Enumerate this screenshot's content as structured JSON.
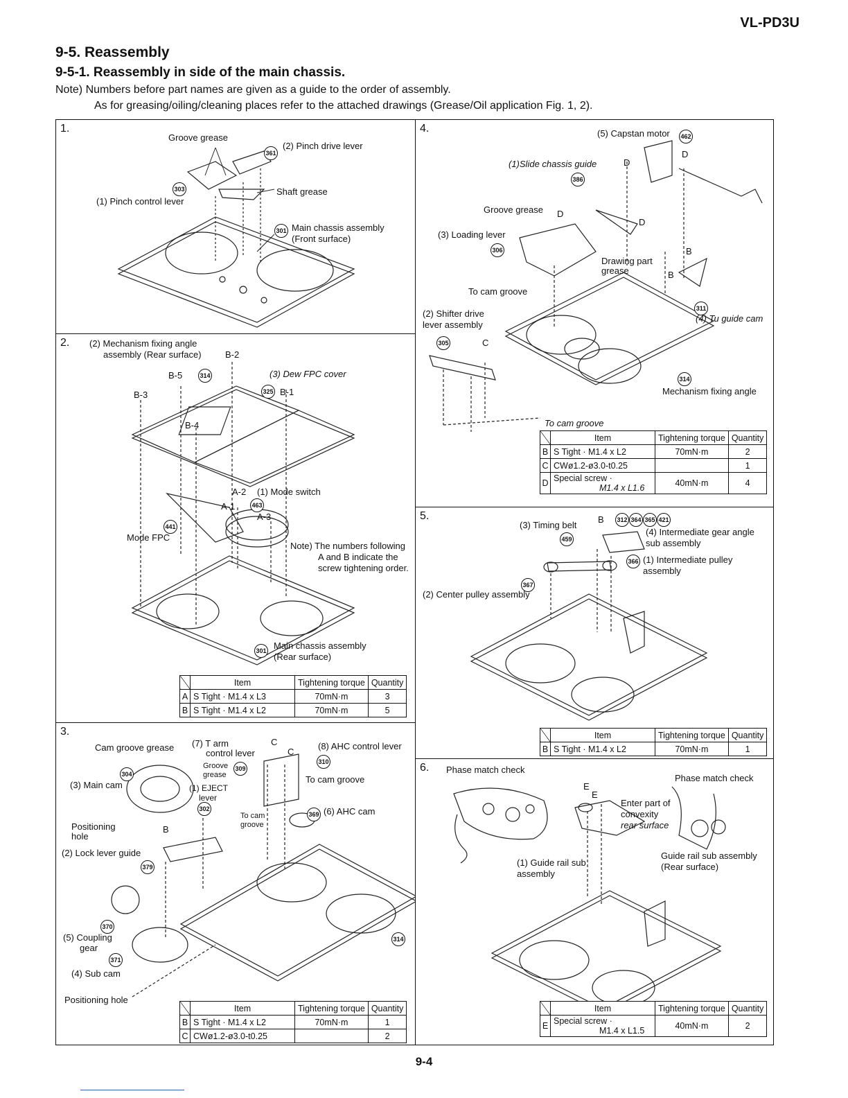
{
  "header": {
    "model": "VL-PD3U",
    "section_title": "9-5. Reassembly",
    "subsection_title": "9-5-1. Reassembly in side of the main chassis.",
    "note_line1": "Note)  Numbers before part names are given as a guide to the order of assembly.",
    "note_line2": "As for greasing/oiling/cleaning places refer to the attached drawings (Grease/Oil application Fig. 1, 2)."
  },
  "table_headers": {
    "item": "Item",
    "torque": "Tightening torque",
    "quantity": "Quantity"
  },
  "panel1": {
    "num": "1.",
    "labels": {
      "groove_grease": "Groove grease",
      "pinch_drive": "(2) Pinch drive lever",
      "shaft_grease": "Shaft grease",
      "pinch_control": "(1) Pinch control lever",
      "main_chassis": "Main chassis assembly",
      "front_surface": "(Front surface)"
    },
    "parts": [
      "361",
      "303",
      "301"
    ]
  },
  "panel2": {
    "num": "2.",
    "labels": {
      "mech_angle1": "(2) Mechanism fixing angle",
      "mech_angle2": "assembly (Rear surface)",
      "b2": "B-2",
      "b5": "B-5",
      "b3": "B-3",
      "b1": "B-1",
      "b4": "B-4",
      "dew_fpc": "(3) Dew FPC cover",
      "a2": "A-2",
      "mode_switch": "(1) Mode switch",
      "a1": "A-1",
      "a3": "A-3",
      "mode_fpc": "Mode FPC",
      "note1": "Note) The numbers following",
      "note2": "A and B indicate the",
      "note3": "screw tightening order.",
      "main_chassis": "Main chassis assembly",
      "rear_surface": "(Rear surface)"
    },
    "parts": [
      "314",
      "325",
      "463",
      "441",
      "301"
    ],
    "rows": [
      {
        "key": "A",
        "item": "S Tight · M1.4 x L3",
        "torque": "70mN·m",
        "qty": "3"
      },
      {
        "key": "B",
        "item": "S Tight · M1.4 x L2",
        "torque": "70mN·m",
        "qty": "5"
      }
    ]
  },
  "panel3": {
    "num": "3.",
    "labels": {
      "cam_groove_grease": "Cam groove grease",
      "t_arm1": "(7) T arm",
      "t_arm2": "control lever",
      "c1": "C",
      "c2": "C",
      "ahc_lever": "(8) AHC control lever",
      "groove_grease1": "Groove",
      "groove_grease2": "grease",
      "main_cam": "(3) Main cam",
      "eject1": "(1) EJECT",
      "eject2": "lever",
      "to_cam_groove": "To cam groove",
      "to_cam_groove_small1": "To cam",
      "to_cam_groove_small2": "groove",
      "ahc_cam": "(6) AHC cam",
      "pos_hole1": "Positioning",
      "pos_hole2": "hole",
      "b": "B",
      "lock_lever": "(2) Lock lever guide",
      "coupling1": "(5) Coupling",
      "coupling2": "gear",
      "sub_cam": "(4) Sub cam",
      "pos_hole_bottom": "Positioning hole"
    },
    "parts": [
      "304",
      "309",
      "310",
      "302",
      "369",
      "379",
      "370",
      "371",
      "314"
    ],
    "rows": [
      {
        "key": "B",
        "item": "S Tight · M1.4 x L2",
        "torque": "70mN·m",
        "qty": "1"
      },
      {
        "key": "C",
        "item": "CWø1.2-ø3.0-t0.25",
        "torque": "",
        "qty": "2"
      }
    ]
  },
  "panel4": {
    "num": "4.",
    "labels": {
      "capstan": "(5) Capstan motor",
      "slide_guide": "(1)Slide chassis guide",
      "d1": "D",
      "d2": "D",
      "d3": "D",
      "d4": "D",
      "groove_grease": "Groove grease",
      "loading_lever": "(3) Loading lever",
      "drawing1": "Drawing part",
      "drawing2": "grease",
      "b1": "B",
      "b2": "B",
      "to_cam_groove1": "To cam groove",
      "shifter1": "(2) Shifter drive",
      "shifter2": "lever assembly",
      "tu_guide": "(4) Tu guide cam",
      "c": "C",
      "mech_angle": "Mechanism fixing angle",
      "to_cam_groove2": "To cam groove"
    },
    "parts": [
      "462",
      "386",
      "306",
      "311",
      "305",
      "314"
    ],
    "rows": [
      {
        "key": "B",
        "item": "S Tight · M1.4 x L2",
        "torque": "70mN·m",
        "qty": "2"
      },
      {
        "key": "C",
        "item": "CWø1.2-ø3.0-t0.25",
        "torque": "",
        "qty": "1"
      },
      {
        "key": "D",
        "item": "Special screw ·",
        "item2": "M1.4 x L1.6",
        "torque": "40mN·m",
        "qty": "4"
      }
    ]
  },
  "panel5": {
    "num": "5.",
    "labels": {
      "timing_belt": "(3) Timing belt",
      "b": "B",
      "inter_gear1": "(4) Intermediate gear angle",
      "inter_gear2": "sub assembly",
      "inter_pulley1": "(1) Intermediate pulley",
      "inter_pulley2": "assembly",
      "center_pulley": "(2) Center pulley assembly"
    },
    "parts": [
      "312",
      "364",
      "365",
      "421",
      "459",
      "366",
      "367"
    ],
    "rows": [
      {
        "key": "B",
        "item": "S Tight · M1.4 x L2",
        "torque": "70mN·m",
        "qty": "1"
      }
    ]
  },
  "panel6": {
    "num": "6.",
    "labels": {
      "phase1": "Phase match check",
      "phase2": "Phase match check",
      "e1": "E",
      "e2": "E",
      "enter1": "Enter part of",
      "enter2": "convexity",
      "enter3": "rear surface",
      "guide_rail1": "(1) Guide rail sub",
      "guide_rail2": "assembly",
      "guide_rear1": "Guide rail sub assembly",
      "guide_rear2": "(Rear surface)"
    },
    "rows": [
      {
        "key": "E",
        "item": "Special screw ·",
        "item2": "M1.4 x L1.5",
        "torque": "40mN·m",
        "qty": "2"
      }
    ]
  },
  "footer": {
    "page": "9-4"
  }
}
